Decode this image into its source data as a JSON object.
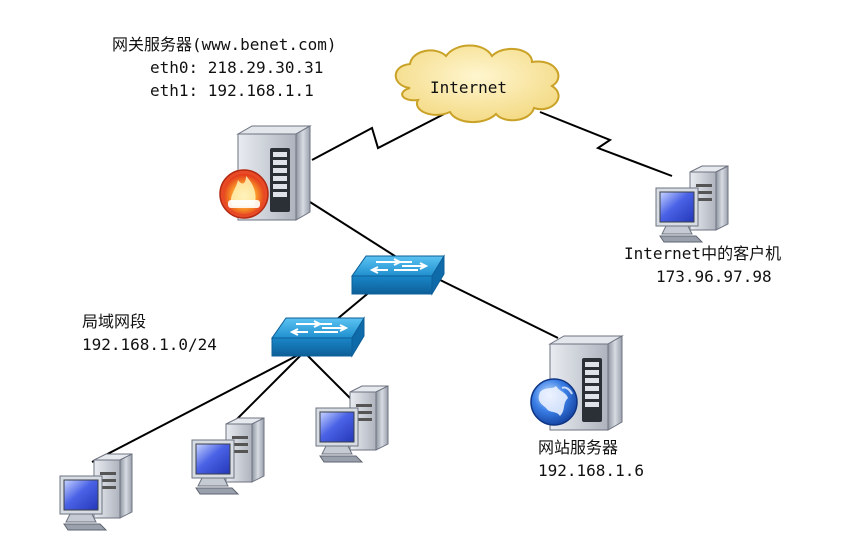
{
  "gateway": {
    "title": "网关服务器(www.benet.com)",
    "eth0": "eth0: 218.29.30.31",
    "eth1": "eth1: 192.168.1.1"
  },
  "internet": {
    "label": "Internet"
  },
  "client": {
    "title": "Internet中的客户机",
    "ip": "173.96.97.98"
  },
  "lan": {
    "title": "局域网段",
    "subnet": "192.168.1.0/24"
  },
  "web_server": {
    "title": "网站服务器",
    "ip": "192.168.1.6"
  },
  "colors": {
    "cloud_fill": "#f7e39a",
    "cloud_stroke": "#c9a227",
    "switch_blue": "#2196d3",
    "server_gray": "#b9bec8",
    "screen_blue": "#4a62e6",
    "link": "#000000"
  }
}
